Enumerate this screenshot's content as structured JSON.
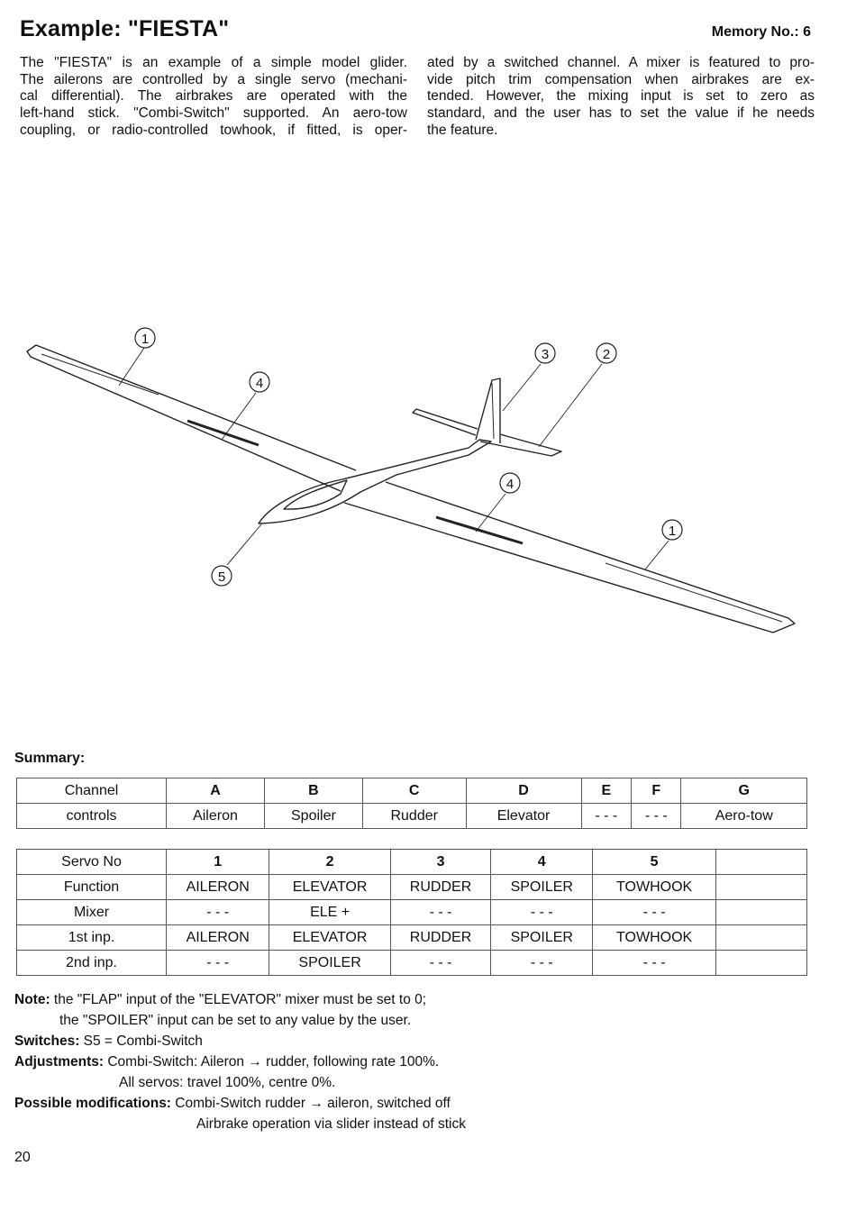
{
  "header": {
    "title": "Example: \"FIESTA\"",
    "memory": "Memory No.: 6"
  },
  "intro": {
    "left_lines": [
      "The \"FIESTA\" is an example of a simple model glider.",
      "The ailerons are controlled by a single servo (mechani-",
      "cal differential). The airbrakes are operated with the",
      "left-hand stick. \"Combi-Switch\" supported. An aero-tow",
      "coupling, or radio-controlled towhook, if fitted, is oper-"
    ],
    "right_lines": [
      "ated by a switched channel. A mixer is featured to pro-",
      "vide pitch trim compensation when airbrakes are ex-",
      "tended. However, the mixing input is set to zero as",
      "standard, and the user has to set the value if he needs",
      "the feature."
    ]
  },
  "diagram": {
    "callouts": [
      "1",
      "4",
      "3",
      "2",
      "4",
      "1",
      "5"
    ]
  },
  "summary": {
    "label": "Summary:",
    "channel_table": {
      "rows": [
        [
          "Channel",
          "A",
          "B",
          "C",
          "D",
          "E",
          "F",
          "G"
        ],
        [
          "controls",
          "Aileron",
          "Spoiler",
          "Rudder",
          "Elevator",
          "- - -",
          "- - -",
          "Aero-tow"
        ]
      ]
    },
    "servo_table": {
      "rows": [
        [
          "Servo No",
          "1",
          "2",
          "3",
          "4",
          "5",
          ""
        ],
        [
          "Function",
          "AILERON",
          "ELEVATOR",
          "RUDDER",
          "SPOILER",
          "TOWHOOK",
          ""
        ],
        [
          "Mixer",
          "- - -",
          "ELE +",
          "- - -",
          "- - -",
          "- - -",
          ""
        ],
        [
          "1st inp.",
          "AILERON",
          "ELEVATOR",
          "RUDDER",
          "SPOILER",
          "TOWHOOK",
          ""
        ],
        [
          "2nd inp.",
          "- - -",
          "SPOILER",
          "- - -",
          "- - -",
          "- - -",
          ""
        ]
      ]
    }
  },
  "notes": {
    "note_label": "Note:",
    "note_1": "the \"FLAP\" input of the \"ELEVATOR\" mixer must be set to 0;",
    "note_2": "the \"SPOILER\" input can be set to any value by the user.",
    "switches_label": "Switches:",
    "switches": "S5 = Combi-Switch",
    "adjustments_label": "Adjustments:",
    "adjustments_1": "Combi-Switch: Aileron → rudder, following rate 100%.",
    "adjustments_2": "All servos: travel 100%, centre 0%.",
    "modifications_label": "Possible modifications:",
    "modifications_1": "Combi-Switch rudder → aileron, switched off",
    "modifications_2": "Airbrake operation via slider instead of stick"
  },
  "page_number": "20"
}
